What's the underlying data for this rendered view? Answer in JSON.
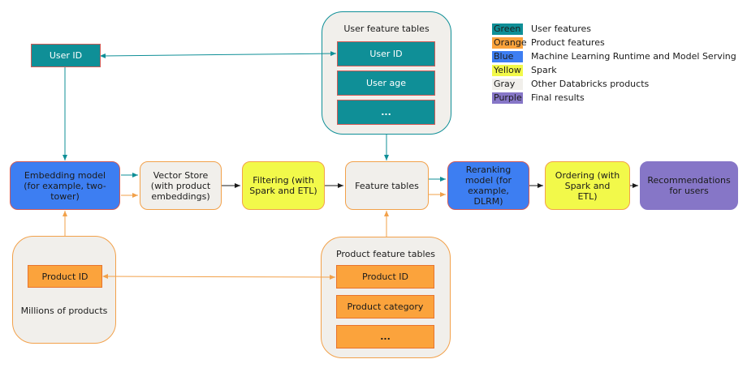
{
  "colors": {
    "teal": "#0f8f97",
    "orange": "#fba33c",
    "blue": "#3d7ef2",
    "yellow": "#f2f94a",
    "gray": "#f1efeb",
    "purple": "#8676c7"
  },
  "nodes": {
    "user_id": "User ID",
    "embedding_model": "Embedding model (for example, two-tower)",
    "vector_store": "Vector Store (with product embeddings)",
    "filtering": "Filtering (with Spark and ETL)",
    "feature_tables": "Feature tables",
    "reranking": "Reranking model (for example, DLRM)",
    "ordering": "Ordering (with Spark and ETL)",
    "recommendations": "Recommendations for users"
  },
  "user_feature_group": {
    "title": "User feature tables",
    "items": [
      "User ID",
      "User age",
      "..."
    ]
  },
  "product_group": {
    "item": "Product ID",
    "caption": "Millions of products"
  },
  "product_feature_group": {
    "title": "Product feature tables",
    "items": [
      "Product ID",
      "Product category",
      "..."
    ]
  },
  "legend": [
    {
      "swatch": "Green",
      "label": "User features",
      "color": "#0f8f97"
    },
    {
      "swatch": "Orange",
      "label": "Product features",
      "color": "#fba33c"
    },
    {
      "swatch": "Blue",
      "label": "Machine Learning Runtime and Model Serving",
      "color": "#3d7ef2"
    },
    {
      "swatch": "Yellow",
      "label": "Spark",
      "color": "#f2f94a"
    },
    {
      "swatch": "Gray",
      "label": "Other Databricks products",
      "color": "#f1efeb"
    },
    {
      "swatch": "Purple",
      "label": "Final results",
      "color": "#8676c7"
    }
  ]
}
